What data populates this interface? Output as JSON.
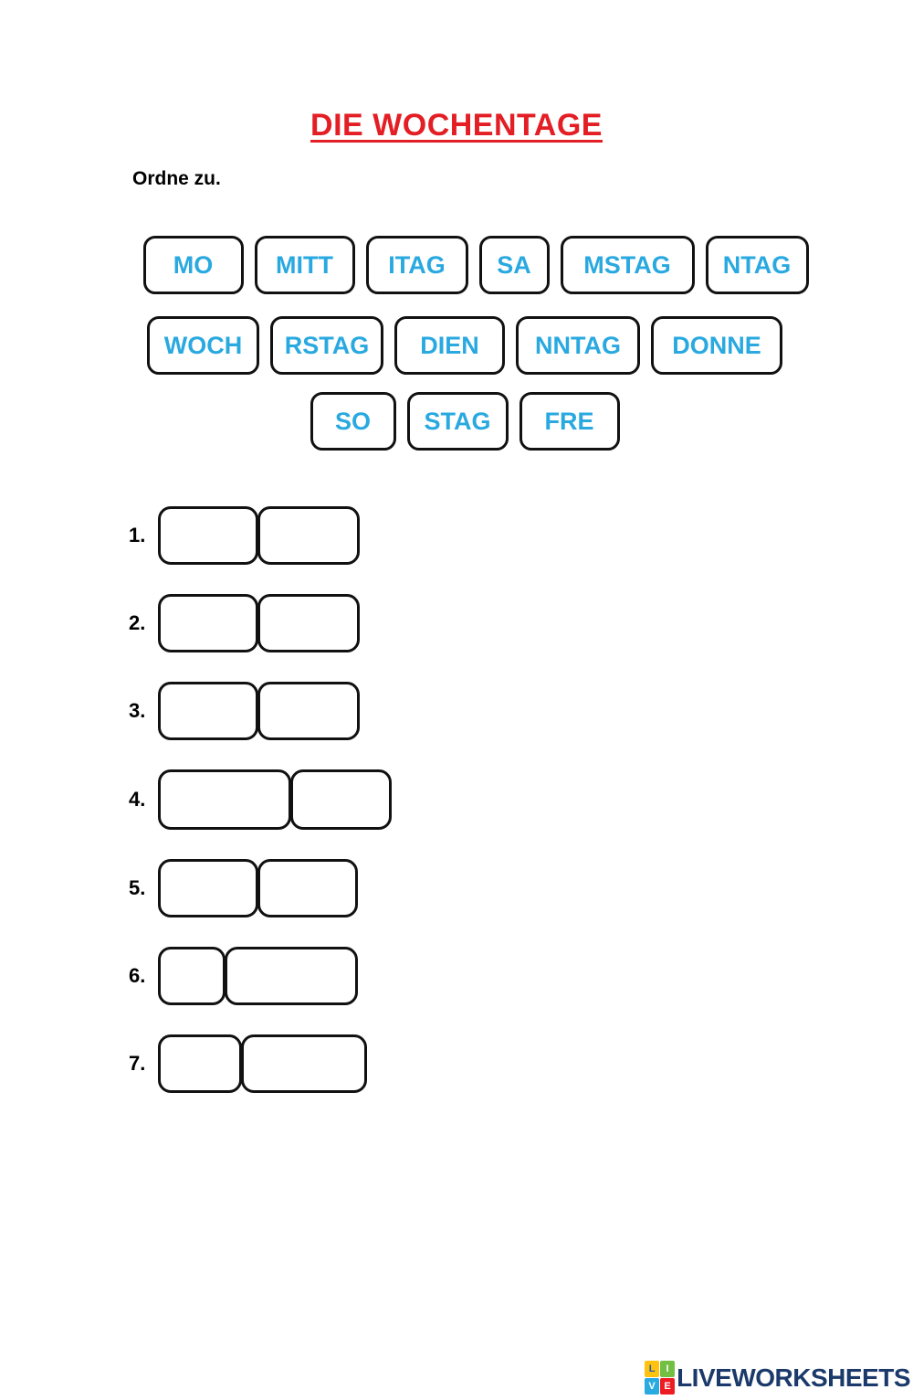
{
  "page": {
    "title": "DIE WOCHENTAGE",
    "instruction": "Ordne zu."
  },
  "tiles": {
    "rows": [
      [
        "MO",
        "MITT",
        "ITAG",
        "SA",
        "MSTAG",
        "NTAG"
      ],
      [
        "WOCH",
        "RSTAG",
        "DIEN",
        "NNTAG",
        "DONNE"
      ],
      [
        "SO",
        "STAG",
        "FRE"
      ]
    ]
  },
  "answers": {
    "rows": [
      {
        "number": "1."
      },
      {
        "number": "2."
      },
      {
        "number": "3."
      },
      {
        "number": "4."
      },
      {
        "number": "5."
      },
      {
        "number": "6."
      },
      {
        "number": "7."
      }
    ]
  },
  "footer": {
    "brand": "LIVEWORKSHEETS",
    "logo": {
      "letters": [
        "L",
        "I",
        "V",
        "E"
      ]
    }
  },
  "colors": {
    "title_color": "#E31E24",
    "tile_text": "#29A9E0",
    "brand_text": "#1B3A6B",
    "logo_yellow": "#FFC20E",
    "logo_green": "#72BF44",
    "logo_blue": "#29ABE2",
    "logo_red": "#ED1C24"
  }
}
